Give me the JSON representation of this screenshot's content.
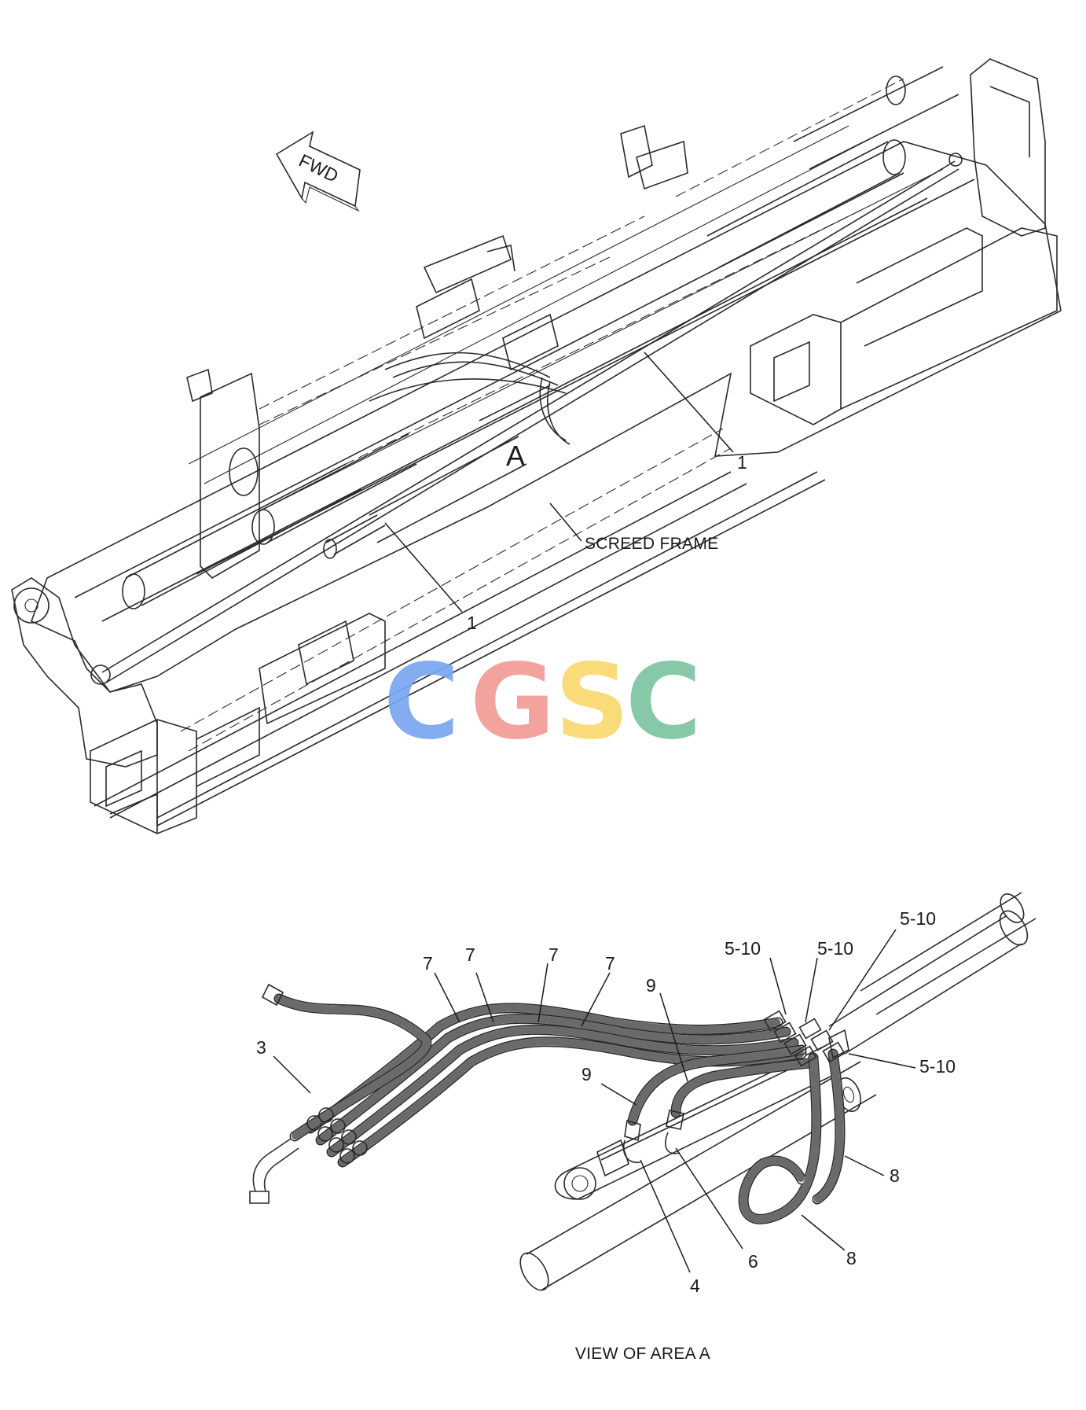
{
  "direction_arrow": {
    "text": "FWD"
  },
  "callouts": {
    "area_marker": "A",
    "screed_frame": "SCREED FRAME",
    "upper_items": [
      "1",
      "1"
    ],
    "view_items": [
      "3",
      "7",
      "7",
      "7",
      "7",
      "9",
      "9",
      "5-10",
      "5-10",
      "5-10",
      "5-10",
      "8",
      "8",
      "6",
      "4"
    ]
  },
  "view_caption": "VIEW OF AREA  A",
  "watermark": {
    "letters": [
      "C",
      "G",
      "S",
      "C"
    ],
    "colors": [
      "#7aa7f0",
      "#f29c96",
      "#f9d86e",
      "#7cc4a1"
    ]
  }
}
